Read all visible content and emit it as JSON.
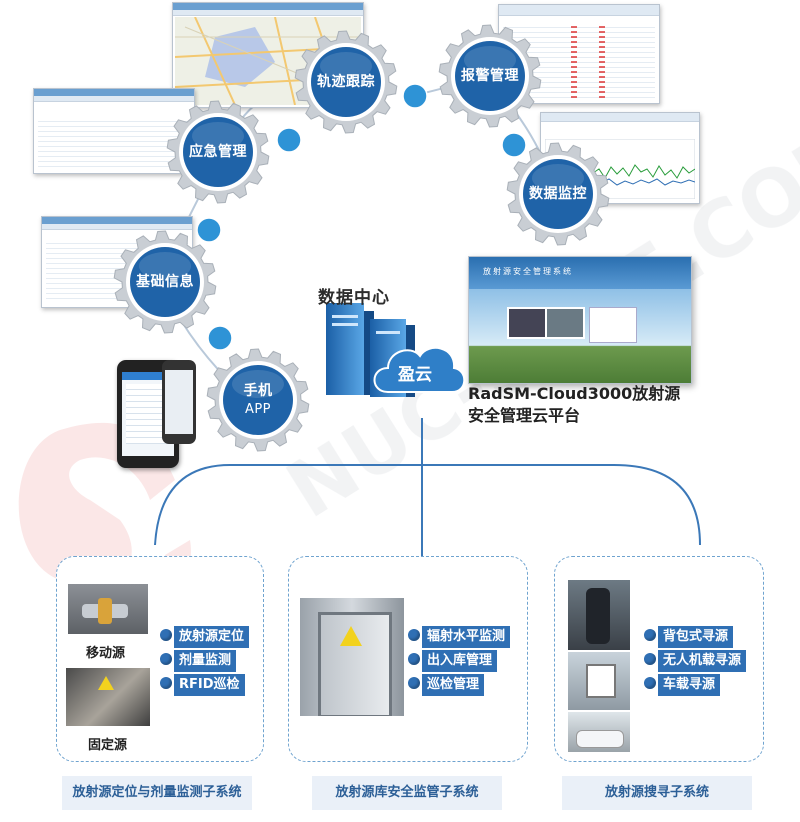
{
  "gears": {
    "trajectory": "轨迹跟踪",
    "alarm": "报警管理",
    "emergency": "应急管理",
    "monitoring": "数据监控",
    "basic_info": "基础信息",
    "mobile_app_line1": "手机",
    "mobile_app_line2": "APP"
  },
  "center": {
    "data_center": "数据中心",
    "cloud": "盈云",
    "platform_line1": "RadSM-Cloud3000放射源",
    "platform_line2": "安全管理云平台",
    "platform_screen_title": "放射源安全管理系统"
  },
  "watermark": {
    "text": "NUC-SAFE.COM"
  },
  "panels": {
    "positioning": {
      "mobile_source": "移动源",
      "fixed_source": "固定源",
      "items": [
        "放射源定位",
        "剂量监测",
        "RFID巡检"
      ],
      "caption": "放射源定位与剂量监测子系统"
    },
    "warehouse": {
      "items": [
        "辐射水平监测",
        "出入库管理",
        "巡检管理"
      ],
      "caption": "放射源库安全监管子系统"
    },
    "search": {
      "items": [
        "背包式寻源",
        "无人机载寻源",
        "车载寻源"
      ],
      "caption": "放射源搜寻子系统"
    }
  },
  "colors": {
    "gear_blue": "#1f63a8",
    "gear_silver": "#c9ced4",
    "connector_blue": "#2e93d6",
    "line_blue": "#2f6fb4",
    "watermark_red": "#e04848"
  }
}
